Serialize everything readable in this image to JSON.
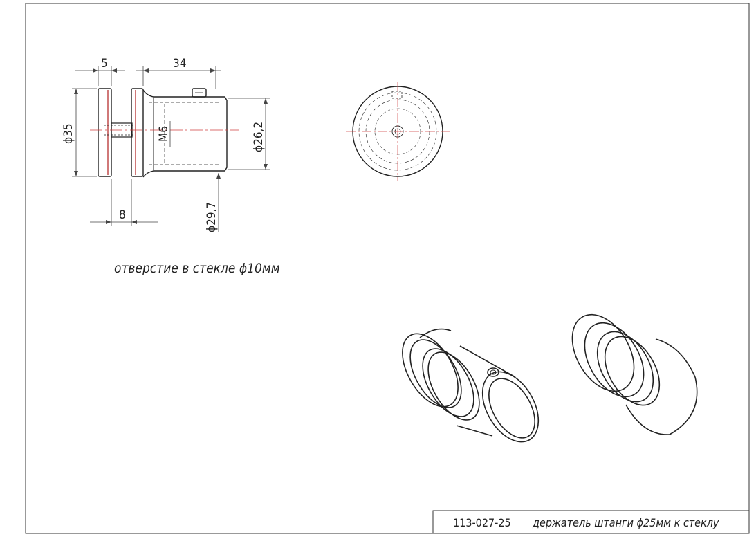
{
  "dimensions": {
    "plate_thickness": "5",
    "overall_length": "34",
    "plate_diameter": "ϕ35",
    "thread": "M6",
    "tube_diameter": "ϕ26,2",
    "gap": "8",
    "base_diameter": "ϕ29,7"
  },
  "note": "отверстие в стекле ϕ10мм",
  "title_block": {
    "code": "113-027-25",
    "description": "держатель штанги ϕ25мм к стеклу"
  },
  "colors": {
    "line": "#222222",
    "dimension": "#444444",
    "center": "#d04040",
    "section": "#b02020"
  }
}
